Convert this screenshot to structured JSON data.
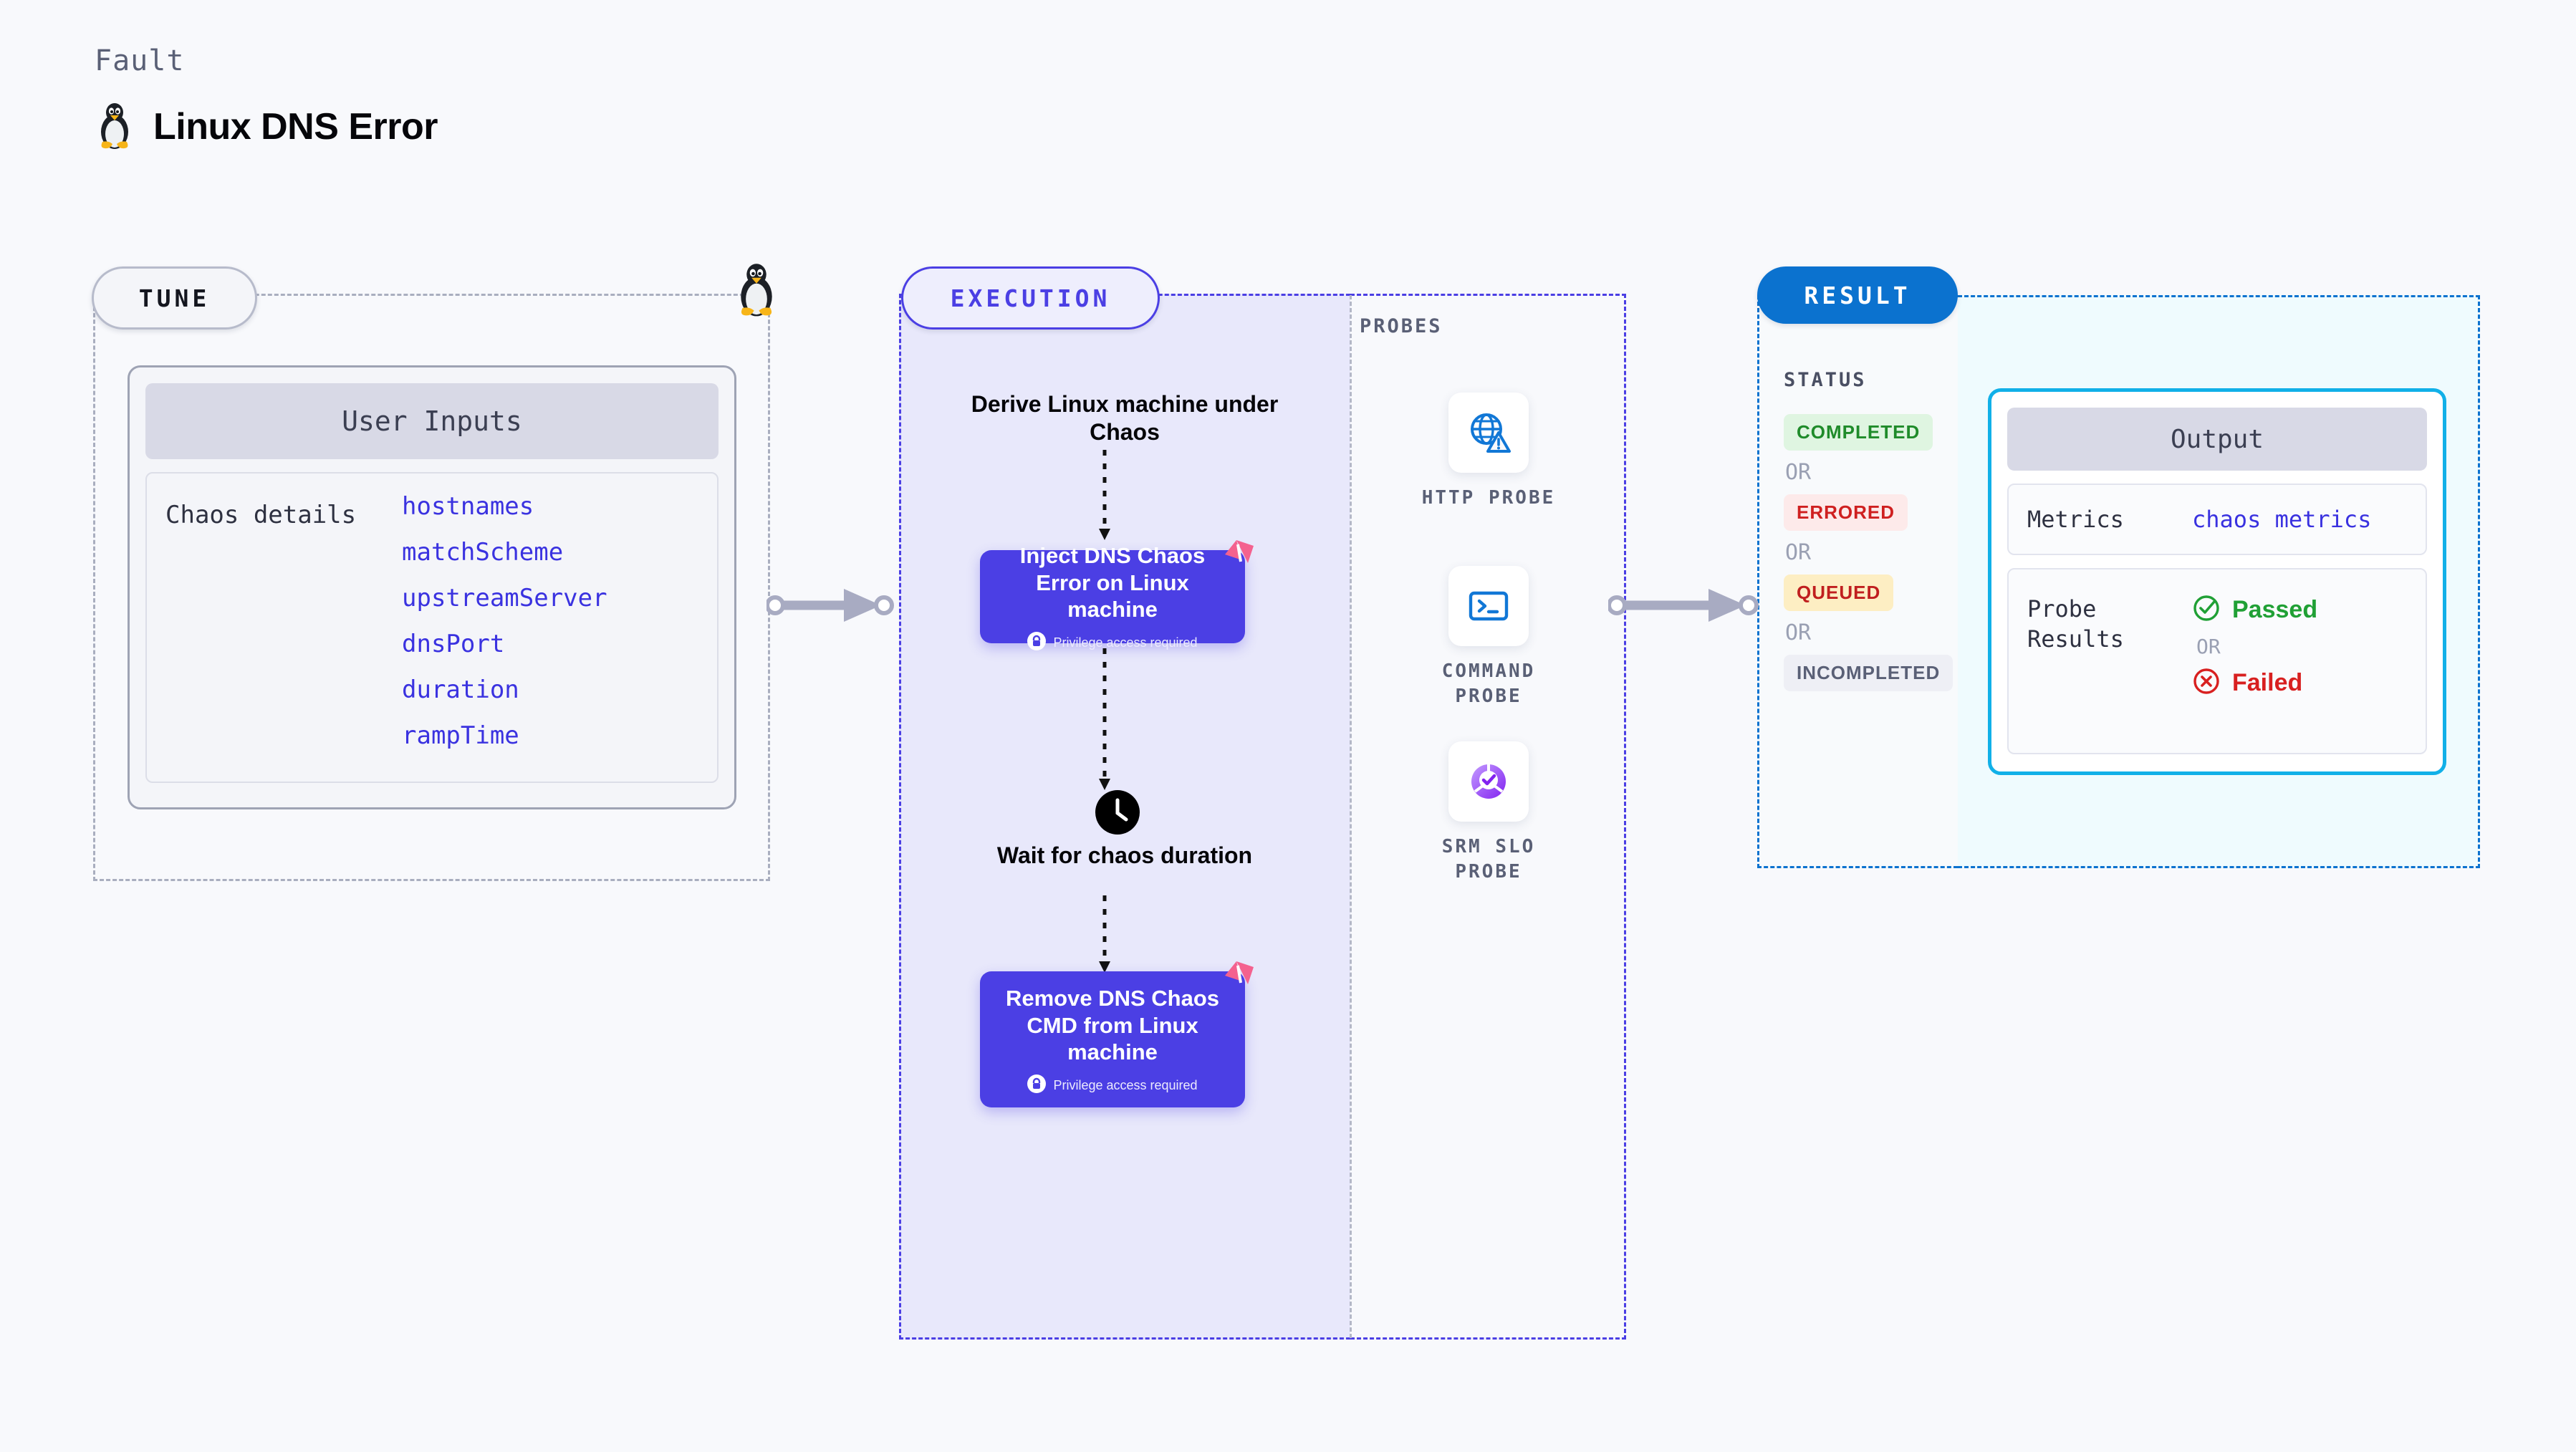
{
  "header": {
    "kicker": "Fault",
    "title": "Linux DNS Error",
    "icon": "tux-penguin-icon"
  },
  "tune": {
    "pill_label": "TUNE",
    "edge_icon": "tux-penguin-icon",
    "card": {
      "header": "User Inputs",
      "row_label": "Chaos details",
      "params": [
        "hostnames",
        "matchScheme",
        "upstreamServer",
        "dnsPort",
        "duration",
        "rampTime"
      ]
    }
  },
  "execution": {
    "pill_label": "EXECUTION",
    "steps": [
      {
        "type": "label",
        "text": "Derive Linux machine under Chaos"
      },
      {
        "type": "chaos-box",
        "text": "Inject DNS Chaos Error on Linux machine",
        "privilege_note": "Privilege access required",
        "badge_icon": "chaos-flag-icon",
        "lock_icon": "lock-icon"
      },
      {
        "type": "clock",
        "icon": "clock-icon",
        "text": "Wait for chaos duration"
      },
      {
        "type": "chaos-box",
        "text": "Remove DNS Chaos CMD from Linux machine",
        "privilege_note": "Privilege access required",
        "badge_icon": "chaos-flag-icon",
        "lock_icon": "lock-icon"
      }
    ]
  },
  "probes": {
    "title": "PROBES",
    "items": [
      {
        "name": "HTTP PROBE",
        "icon": "globe-warning-icon"
      },
      {
        "name": "COMMAND PROBE",
        "icon": "terminal-icon"
      },
      {
        "name": "SRM SLO PROBE",
        "icon": "slo-donut-check-icon"
      }
    ]
  },
  "result": {
    "pill_label": "RESULT",
    "status_title": "STATUS",
    "or_label": "OR",
    "statuses": [
      {
        "label": "COMPLETED",
        "bg": "#dff5e1",
        "fg": "#1f8b2a"
      },
      {
        "label": "ERRORED",
        "bg": "#fdeaea",
        "fg": "#cf2020"
      },
      {
        "label": "QUEUED",
        "bg": "#fdeec3",
        "fg": "#c01f1f"
      },
      {
        "label": "INCOMPLETED",
        "bg": "#eeeff5",
        "fg": "#5a6076"
      }
    ]
  },
  "output": {
    "header": "Output",
    "metrics_label": "Metrics",
    "metrics_value": "chaos metrics",
    "probe_results_label": "Probe Results",
    "or_label": "OR",
    "passed": {
      "label": "Passed",
      "icon": "check-circle-icon",
      "color": "#20a035"
    },
    "failed": {
      "label": "Failed",
      "icon": "x-circle-icon",
      "color": "#d82020"
    }
  },
  "colors": {
    "page_bg": "#f8f9fc",
    "chaos_purple": "#4b3fe4",
    "execution_bg": "#e8e8fb",
    "result_blue": "#0b72cf",
    "output_cyan": "#11b0e8",
    "param_blue": "#3a32e0",
    "flag_pink": "#f4628f"
  },
  "connectors": [
    {
      "name": "tune-to-execution"
    },
    {
      "name": "probes-to-result"
    }
  ]
}
